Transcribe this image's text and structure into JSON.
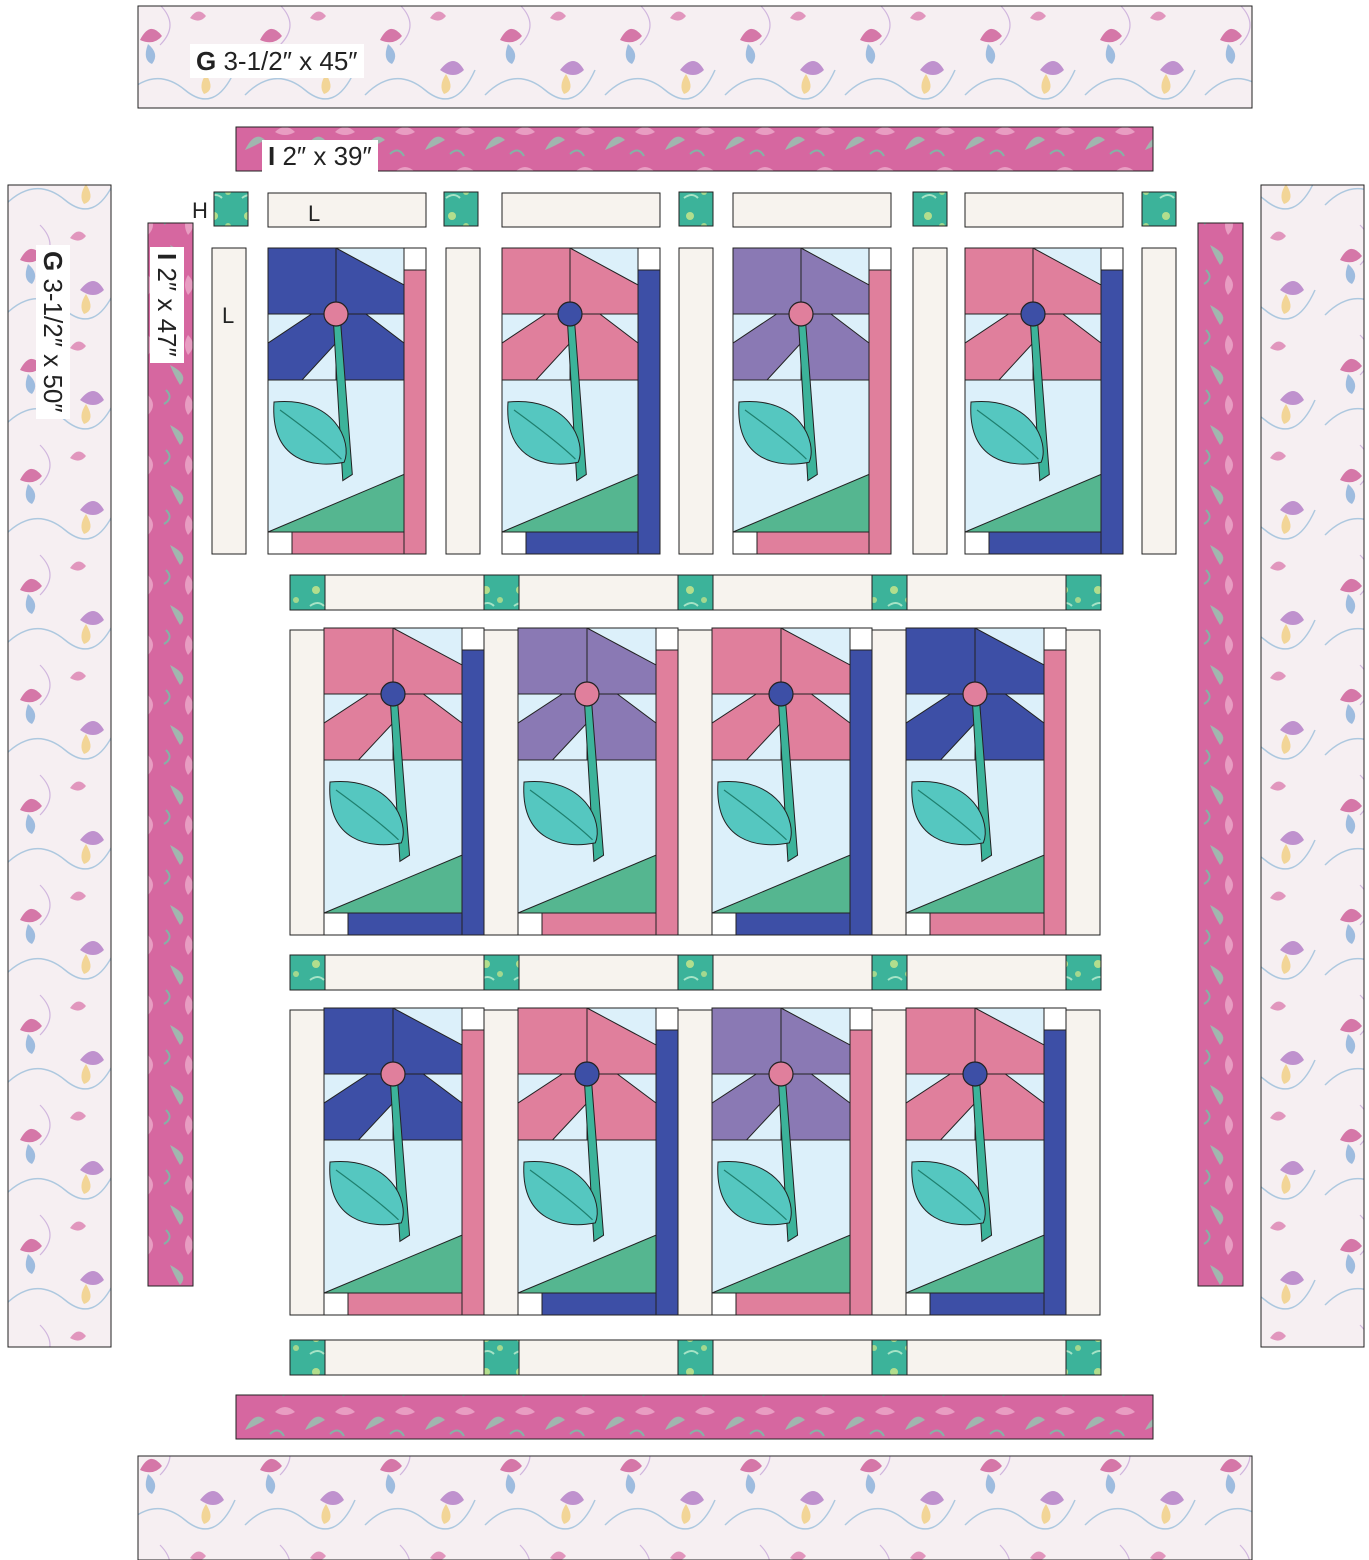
{
  "colors": {
    "cream": "#f7f3ee",
    "butterfly_bg": "#f6eff2",
    "pink_border": "#d667a0",
    "navy": "#3d4fa6",
    "navy_dark": "#2f3c8c",
    "rose": "#e07f9c",
    "rose_light": "#eaa0b6",
    "sky": "#dcf0fa",
    "teal": "#3cb39a",
    "teal_light": "#73cbb0",
    "aqua": "#55c7c0",
    "mauve": "#8a79b4",
    "green_stone": "#55b690",
    "outline": "#222222"
  },
  "labels": {
    "top_border": {
      "letter": "G",
      "size": "3-1/2″ x 45″"
    },
    "top_inner": {
      "letter": "I",
      "size": "2″ x 39″"
    },
    "left_border": {
      "letter": "G",
      "size": "3-1/2″ x 50″"
    },
    "left_inner": {
      "letter": "I",
      "size": "2″ x 47″"
    },
    "cornerstone": "H",
    "sashing_top": "L",
    "sashing_side": "L"
  },
  "blocks": [
    {
      "petals": "navy",
      "center": "rose",
      "sideStrip": "rose"
    },
    {
      "petals": "rose",
      "center": "navy",
      "sideStrip": "navy"
    },
    {
      "petals": "mauve",
      "center": "rose",
      "sideStrip": "rose"
    },
    {
      "petals": "rose",
      "center": "navy",
      "sideStrip": "navy"
    },
    {
      "petals": "rose",
      "center": "navy",
      "sideStrip": "navy"
    },
    {
      "petals": "mauve",
      "center": "rose",
      "sideStrip": "rose"
    },
    {
      "petals": "rose",
      "center": "navy",
      "sideStrip": "navy"
    },
    {
      "petals": "navy",
      "center": "rose",
      "sideStrip": "rose"
    },
    {
      "petals": "navy",
      "center": "rose",
      "sideStrip": "rose"
    },
    {
      "petals": "rose",
      "center": "navy",
      "sideStrip": "navy"
    },
    {
      "petals": "mauve",
      "center": "rose",
      "sideStrip": "rose"
    },
    {
      "petals": "rose",
      "center": "navy",
      "sideStrip": "navy"
    }
  ]
}
